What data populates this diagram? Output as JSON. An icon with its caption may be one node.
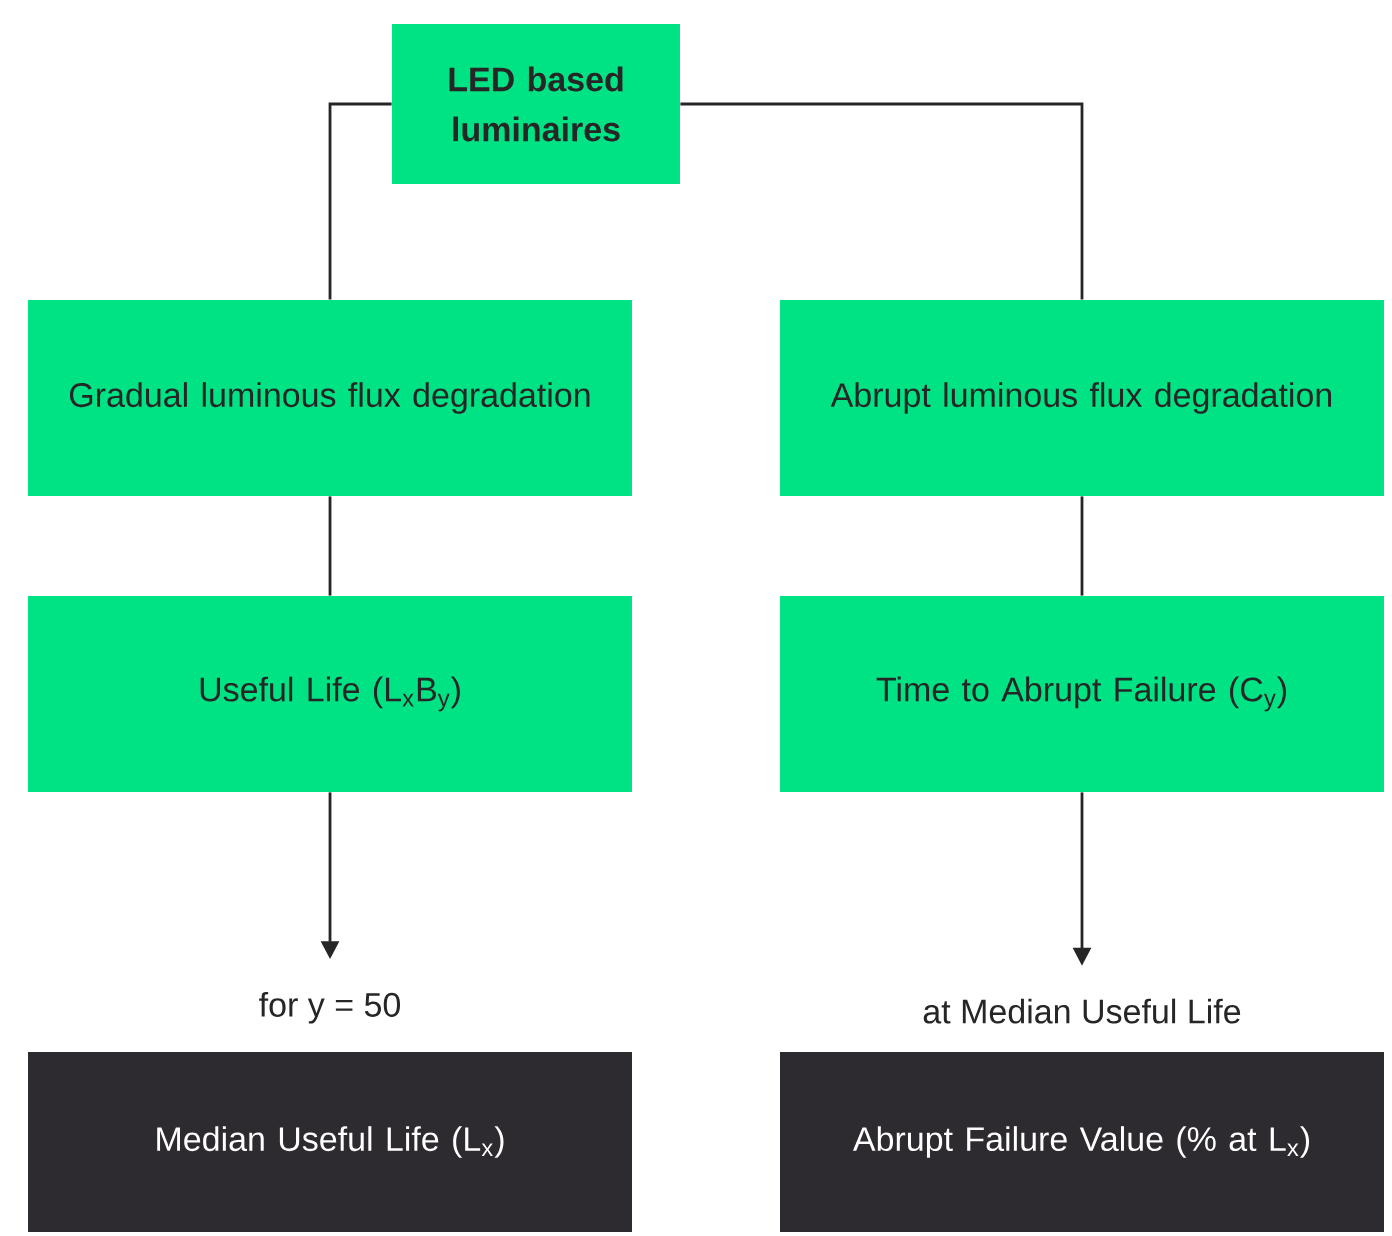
{
  "diagram": {
    "nodes": [
      {
        "text": [
          "LED based luminaires"
        ]
      },
      {
        "text": [
          "Gradual luminous flux degradation"
        ]
      },
      {
        "text": [
          "Abrupt luminous flux degradation"
        ]
      },
      {
        "text": [
          "Useful Life (L$_{x}$B$_{y}$)"
        ]
      },
      {
        "text": [
          "Time to Abrupt Failure (C$_{y}$)"
        ]
      },
      {
        "text": [
          "for y = 50",
          "Median Useful Life (L$_{x}$)"
        ]
      },
      {
        "text": [
          "at Median Useful Life",
          "Abrupt Failure Value (% at L$_{x}$)"
        ]
      }
    ],
    "edges": [
      {
        "from": 0,
        "to": 1,
        "arrow": "none"
      },
      {
        "from": 0,
        "to": 2,
        "arrow": "none"
      },
      {
        "from": 1,
        "to": 3,
        "arrow": "none"
      },
      {
        "from": 2,
        "to": 4,
        "arrow": "none"
      },
      {
        "from": 3,
        "to": 5,
        "arrow": "to"
      },
      {
        "from": 4,
        "to": 6,
        "arrow": "to"
      }
    ]
  }
}
